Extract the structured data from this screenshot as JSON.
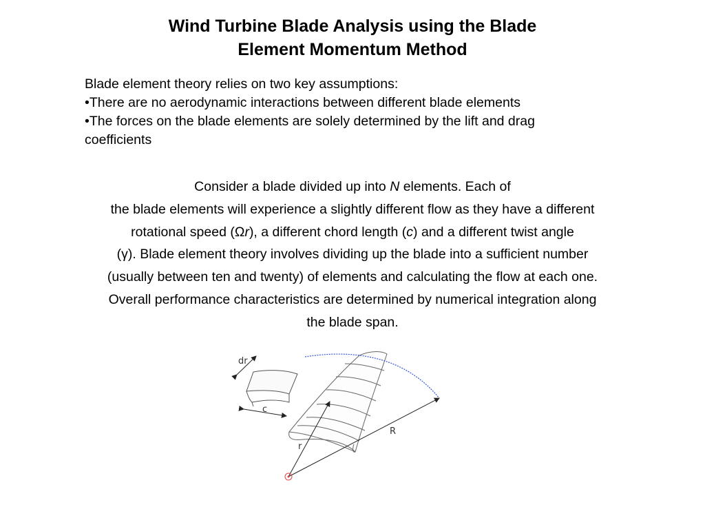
{
  "title": {
    "line1": "Wind Turbine Blade Analysis using the Blade",
    "line2": "Element Momentum Method"
  },
  "assumptions": {
    "intro": "Blade element theory relies on two key assumptions:",
    "bullet1": "•There are no aerodynamic interactions between different blade elements",
    "bullet2_line1": "•The forces on the blade elements are solely determined by the lift and drag",
    "bullet2_line2": "coefficients"
  },
  "paragraph": {
    "l1_a": "Consider a blade divided up into ",
    "l1_n": "N",
    "l1_b": " elements. Each of",
    "l2": "the blade elements will experience a slightly different flow as they have a different",
    "l3_a": "rotational speed (Ω",
    "l3_r": "r",
    "l3_b": "), a different chord length (",
    "l3_c": "c",
    "l3_d": ") and a different twist angle",
    "l4": "(γ). Blade element theory involves dividing up the blade into a sufficient number",
    "l5": "(usually between ten and twenty) of elements and calculating the flow at each one.",
    "l6": "Overall performance characteristics are determined by numerical integration along",
    "l7": "the blade span."
  },
  "diagram": {
    "label_dr": "dr",
    "label_c": "c",
    "label_r": "r",
    "label_R": "R",
    "arc_color": "#3355dd",
    "hub_color": "#dd4444"
  }
}
